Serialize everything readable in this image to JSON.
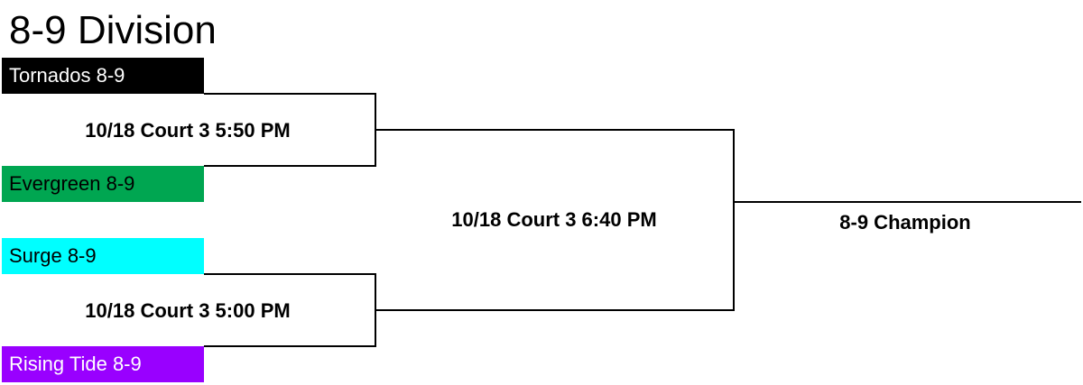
{
  "division": {
    "title": "8-9 Division"
  },
  "teams": [
    {
      "name": "Tornados 8-9",
      "bg": "#000000",
      "fg": "#ffffff"
    },
    {
      "name": "Evergreen 8-9",
      "bg": "#00a651",
      "fg": "#000000"
    },
    {
      "name": "Surge 8-9",
      "bg": "#00ffff",
      "fg": "#000000"
    },
    {
      "name": "Rising Tide 8-9",
      "bg": "#9900ff",
      "fg": "#ffffff"
    }
  ],
  "games": {
    "semifinal_top": "10/18 Court 3 5:50 PM",
    "semifinal_bottom": "10/18 Court 3 5:00 PM",
    "final": "10/18 Court 3 6:40 PM"
  },
  "champion": {
    "label": "8-9 Champion"
  }
}
